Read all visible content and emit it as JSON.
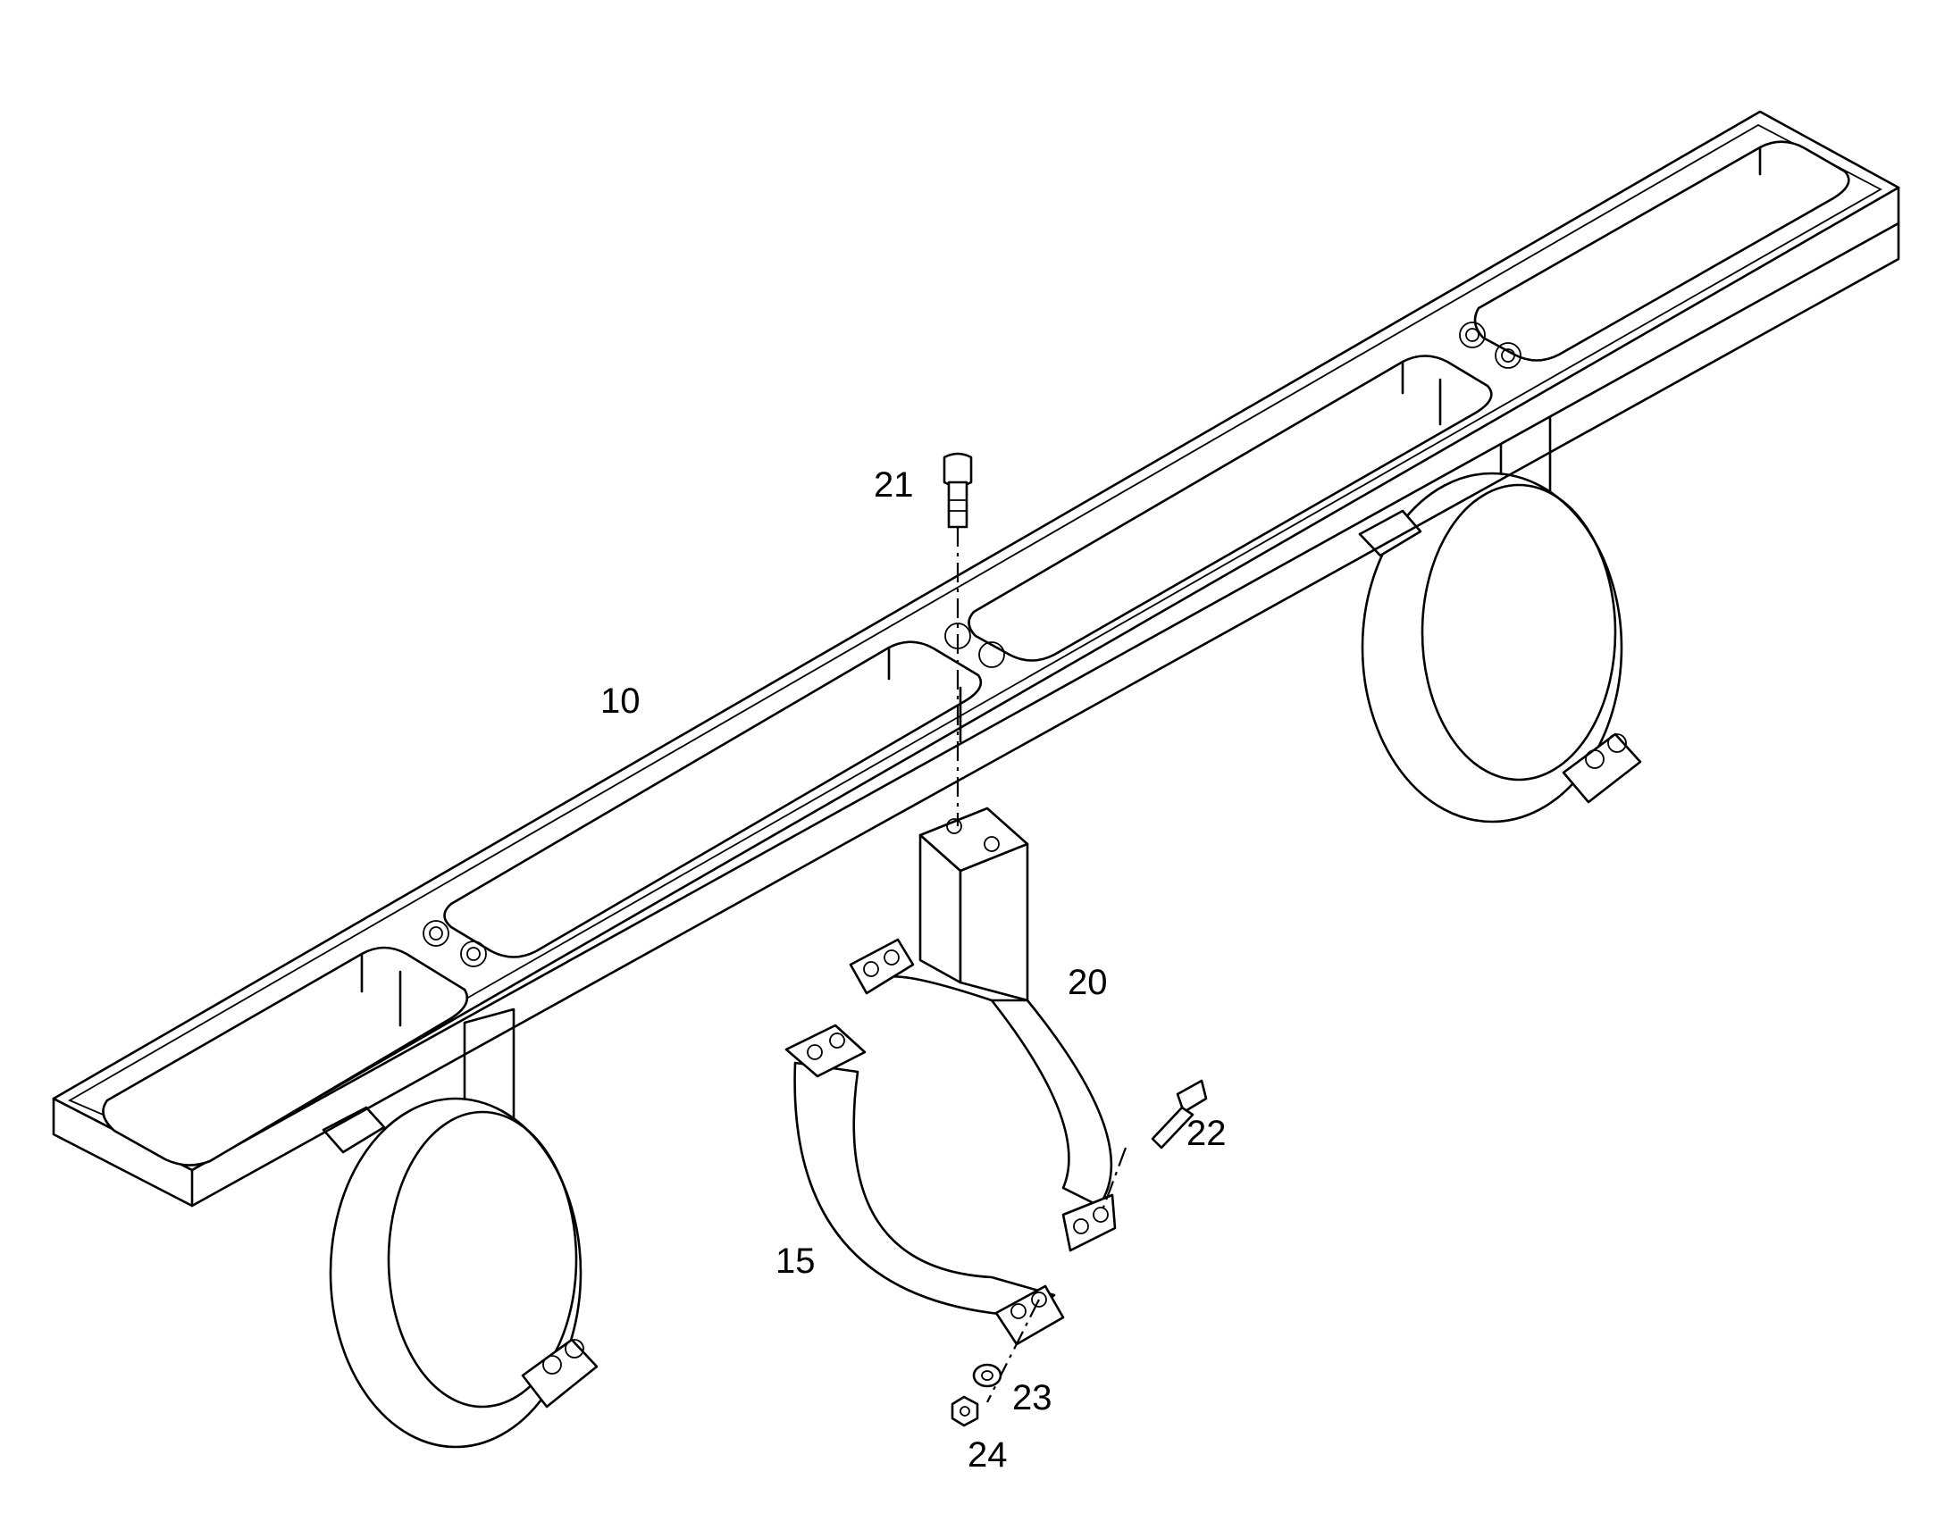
{
  "callouts": [
    {
      "id": "c10",
      "text": "10"
    },
    {
      "id": "c15",
      "text": "15"
    },
    {
      "id": "c20",
      "text": "20"
    },
    {
      "id": "c21",
      "text": "21"
    },
    {
      "id": "c22",
      "text": "22"
    },
    {
      "id": "c23",
      "text": "23"
    },
    {
      "id": "c24",
      "text": "24"
    }
  ]
}
